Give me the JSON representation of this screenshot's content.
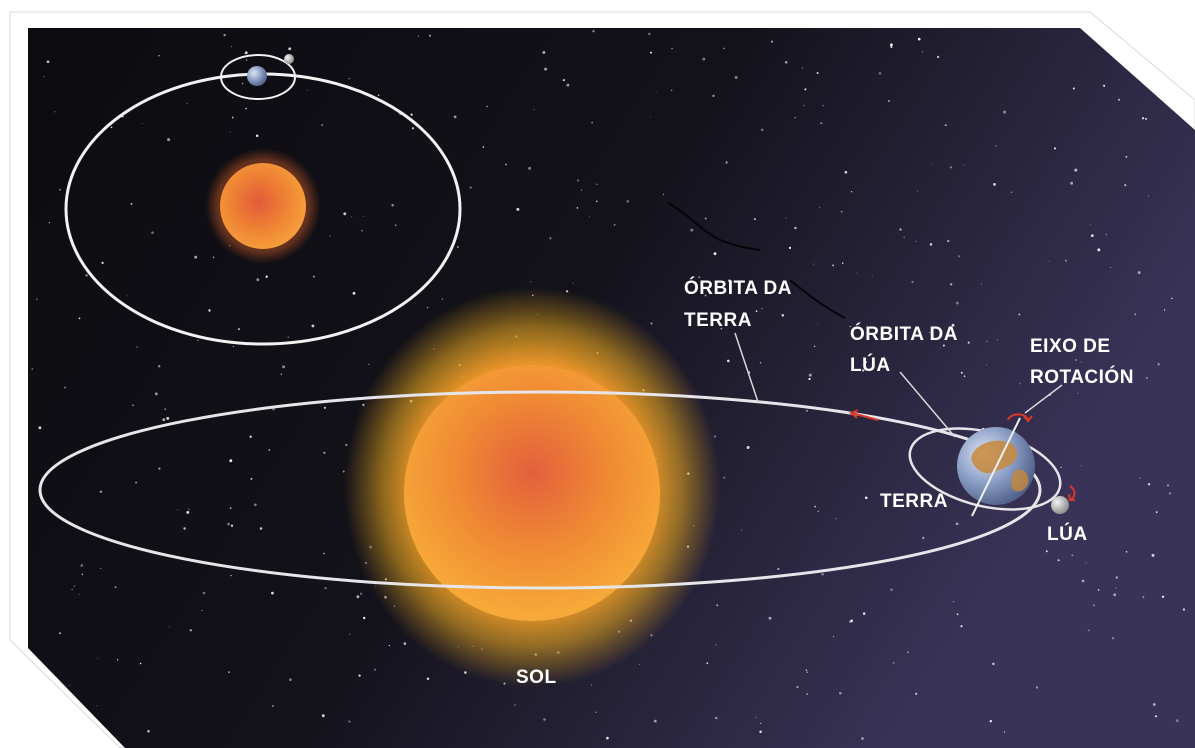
{
  "labels": {
    "orbit_earth": [
      "ÓRBITA DA",
      "TERRA"
    ],
    "orbit_moon": [
      "ÓRBITA DA",
      "LÚA"
    ],
    "rotation_axis": [
      "EIXO DE",
      "ROTACIÓN"
    ],
    "earth": "TERRA",
    "moon": "LÚA",
    "sun": "SOL"
  },
  "colors": {
    "frame": "#ffffff",
    "space_dark": "#0d0c12",
    "space_purple": "#3a3358",
    "orbit_line": "#e6e6ea",
    "sun_core": "#e2603c",
    "sun_mid": "#f39a34",
    "sun_glow": "#f7b11e",
    "arrow_red": "#d8382a",
    "earth_ocean": "#6f86b6",
    "earth_land": "#c8883a"
  }
}
